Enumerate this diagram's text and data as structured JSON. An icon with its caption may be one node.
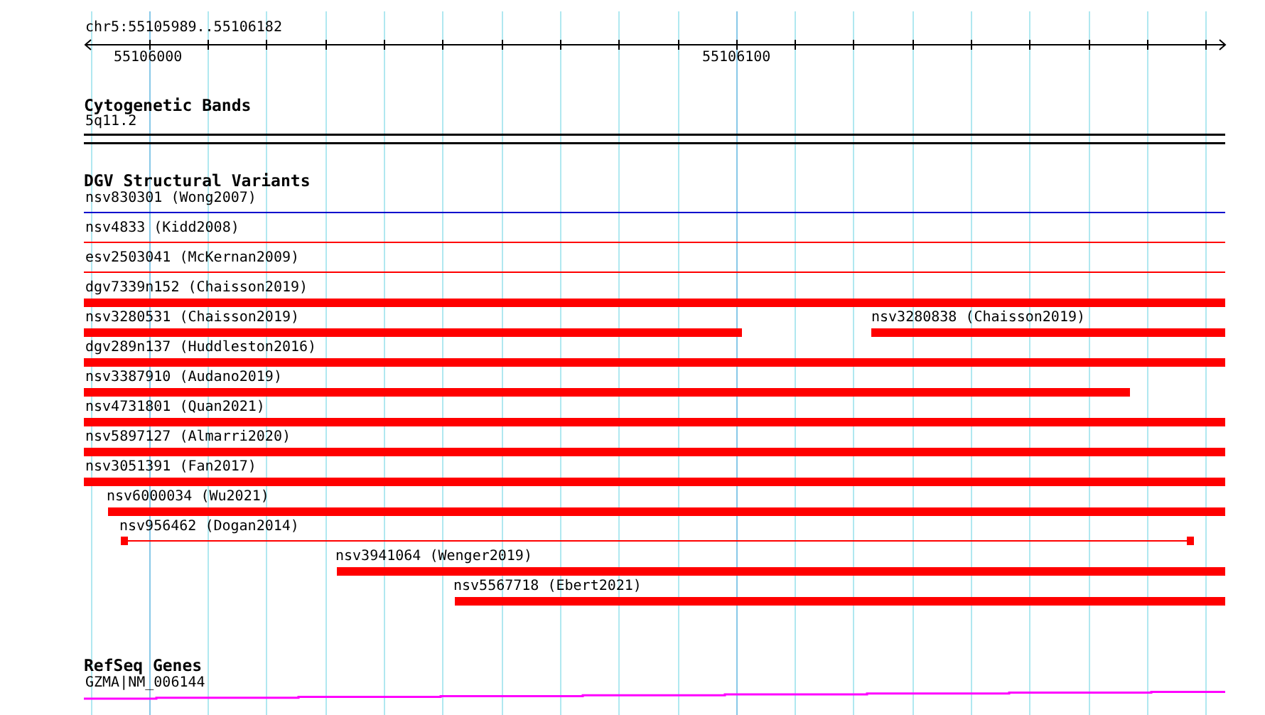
{
  "diagram": {
    "title": "chr5:55105989..55106182",
    "nodes": [
      {
        "text": [
          "5q11.2"
        ]
      },
      {
        "text": [
          "nsv830301 (Wong2007)"
        ]
      },
      {
        "text": [
          "nsv4833 (Kidd2008)"
        ]
      },
      {
        "text": [
          "esv2503041 (McKernan2009)"
        ]
      },
      {
        "text": [
          "dgv7339n152 (Chaisson2019)"
        ]
      },
      {
        "text": [
          "nsv3280531 (Chaisson2019)"
        ]
      },
      {
        "text": [
          "nsv3280838 (Chaisson2019)"
        ]
      },
      {
        "text": [
          "dgv289n137 (Huddleston2016)"
        ]
      },
      {
        "text": [
          "nsv3387910 (Audano2019)"
        ]
      },
      {
        "text": [
          "nsv4731801 (Quan2021)"
        ]
      },
      {
        "text": [
          "nsv5897127 (Almarri2020)"
        ]
      },
      {
        "text": [
          "nsv3051391 (Fan2017)"
        ]
      },
      {
        "text": [
          "nsv6000034 (Wu2021)"
        ]
      },
      {
        "text": [
          "nsv956462 (Dogan2014)"
        ]
      },
      {
        "text": [
          "nsv3941064 (Wenger2019)"
        ]
      },
      {
        "text": [
          "nsv5567718 (Ebert2021)"
        ]
      },
      {
        "text": [
          "GZMA|NM_006144"
        ]
      }
    ],
    "labels": [
      "55106000",
      "55106100",
      "Cytogenetic Bands",
      "DGV Structural Variants",
      "RefSeq Genes"
    ]
  }
}
